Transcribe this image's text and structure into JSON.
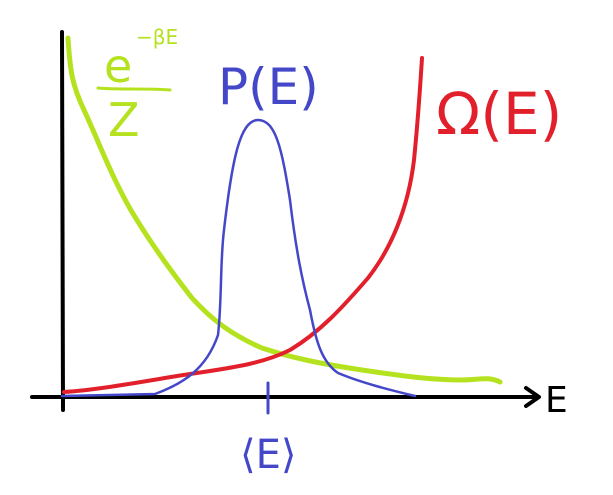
{
  "labels": {
    "boltzmann_numerator": "e",
    "boltzmann_exponent": "−βE",
    "boltzmann_denominator": "Z",
    "probability": "P(E)",
    "density_of_states": "Ω(E)",
    "axis": "E",
    "mean_energy": "⟨E⟩"
  },
  "colors": {
    "boltzmann": "#b5e21e",
    "probability": "#4448c8",
    "density_of_states": "#e2202c",
    "axis": "#000000"
  }
}
